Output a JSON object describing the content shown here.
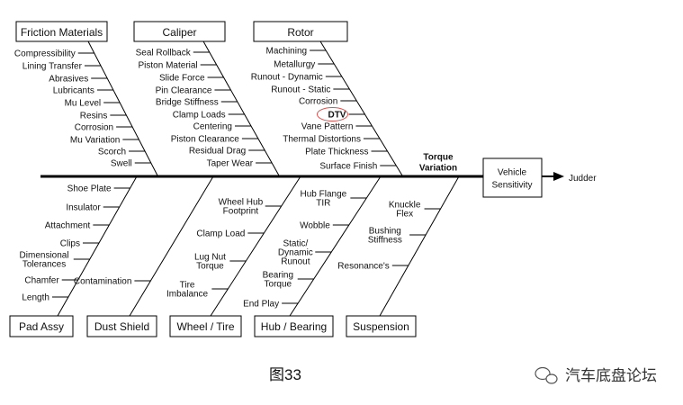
{
  "categories_top": [
    {
      "id": "friction",
      "title": "Friction Materials",
      "causes": [
        "Compressibility",
        "Lining Transfer",
        "Abrasives",
        "Lubricants",
        "Mu Level",
        "Resins",
        "Corrosion",
        "Mu Variation",
        "Scorch",
        "Swell"
      ]
    },
    {
      "id": "caliper",
      "title": "Caliper",
      "causes": [
        "Seal Rollback",
        "Piston Material",
        "Slide Force",
        "Pin Clearance",
        "Bridge Stiffness",
        "Clamp Loads",
        "Centering",
        "Piston Clearance",
        "Residual Drag",
        "Taper Wear"
      ]
    },
    {
      "id": "rotor",
      "title": "Rotor",
      "causes": [
        "Machining",
        "Metallurgy",
        "Runout - Dynamic",
        "Runout - Static",
        "Corrosion",
        "DTV",
        "Vane Pattern",
        "Thermal Distortions",
        "Plate Thickness",
        "Surface Finish"
      ]
    }
  ],
  "categories_bottom": [
    {
      "id": "pad",
      "title": "Pad Assy",
      "causes": [
        "Shoe Plate",
        "Insulator",
        "Attachment",
        "Clips",
        "Dimensional|Tolerances",
        "Chamfer",
        "Length"
      ]
    },
    {
      "id": "dust",
      "title": "Dust Shield",
      "causes": [
        "Contamination"
      ]
    },
    {
      "id": "wheel",
      "title": "Wheel / Tire",
      "causes": [
        "Wheel Hub|Footprint",
        "Clamp Load",
        "Lug Nut|Torque",
        "Tire|Imbalance"
      ]
    },
    {
      "id": "hub",
      "title": "Hub / Bearing",
      "causes": [
        "Hub Flange|TIR",
        "Wobble",
        "Static/|Dynamic|Runout",
        "Bearing|Torque",
        "End Play"
      ]
    },
    {
      "id": "suspension",
      "title": "Suspension",
      "causes": [
        "Knuckle|Flex",
        "Bushing|Stiffness",
        "Resonance's"
      ]
    }
  ],
  "spine_label": "Torque|Variation",
  "effect_box": "Vehicle|Sensitivity",
  "effect_label": "Judder",
  "highlighted_cause": "DTV",
  "caption": "图33",
  "watermark": "汽车底盘论坛",
  "colors": {
    "line": "#000000",
    "highlight_oval": "#d9534f"
  }
}
